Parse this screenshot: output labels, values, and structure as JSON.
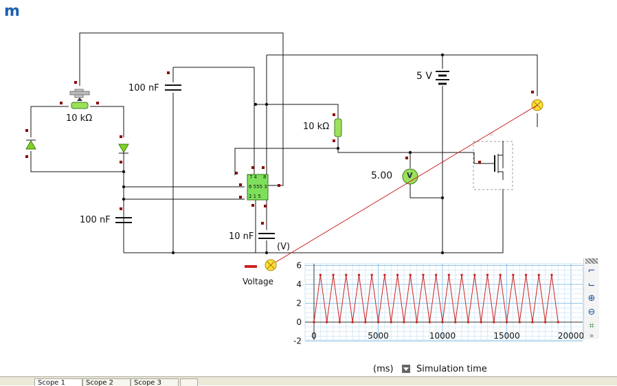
{
  "app": {
    "logo_text": "m"
  },
  "circuit": {
    "labels": {
      "pot_value": "10 kΩ",
      "cap_top": "100 nF",
      "resistor_right": "10 kΩ",
      "supply": "5 V",
      "cap_bottom_left": "100 nF",
      "cap_bottom": "10 nF",
      "meter_reading": "5.00",
      "meter_symbol": "V",
      "ic_top_pins": "7 4",
      "ic_pin8": "8",
      "ic_mid": "6 555 3",
      "ic_bottom_pins": "2 1 5"
    }
  },
  "graph": {
    "y_unit_label": "(V)",
    "legend_label": "Voltage",
    "x_unit": "(ms)",
    "x_axis_label": "Simulation time",
    "x_ticks": [
      "0",
      "5000",
      "10000",
      "15000",
      "20000"
    ],
    "y_ticks": [
      "6",
      "4",
      "2",
      "0",
      "-2"
    ],
    "series_color": "#cc2222"
  },
  "chart_data": {
    "type": "line",
    "title": "",
    "xlabel": "Simulation time",
    "ylabel": "(V)",
    "xlim": [
      0,
      20000
    ],
    "ylim": [
      -2,
      6
    ],
    "grid": true,
    "series": [
      {
        "name": "Voltage",
        "x": [
          0,
          500,
          1000,
          1500,
          2000,
          2500,
          3000,
          3500,
          4000,
          4500,
          5000,
          5500,
          6000,
          6500,
          7000,
          7500,
          8000,
          8500,
          9000,
          9500,
          10000,
          10500,
          11000,
          11500,
          12000,
          12500,
          13000,
          13500,
          14000,
          14500,
          15000,
          15500,
          16000,
          16500,
          17000,
          17500,
          18000,
          18500,
          19000
        ],
        "y": [
          0,
          5,
          0,
          5,
          0,
          5,
          0,
          5,
          0,
          5,
          0,
          5,
          0,
          5,
          0,
          5,
          0,
          5,
          0,
          5,
          0,
          5,
          0,
          5,
          0,
          5,
          0,
          5,
          0,
          5,
          0,
          5,
          0,
          5,
          0,
          5,
          0,
          5,
          0
        ]
      }
    ]
  },
  "tools": [
    {
      "name": "zoom-x-tool-icon",
      "glyph": "⌐"
    },
    {
      "name": "zoom-y-tool-icon",
      "glyph": "⌙"
    },
    {
      "name": "zoom-in-icon",
      "glyph": "⊕"
    },
    {
      "name": "zoom-out-icon",
      "glyph": "⊖"
    },
    {
      "name": "fit-icon",
      "glyph": "⌗"
    },
    {
      "name": "more-icon",
      "glyph": "»"
    }
  ],
  "tabs": [
    {
      "label": "Scope 1",
      "active": true
    },
    {
      "label": "Scope 2",
      "active": false
    },
    {
      "label": "Scope 3",
      "active": false
    }
  ]
}
